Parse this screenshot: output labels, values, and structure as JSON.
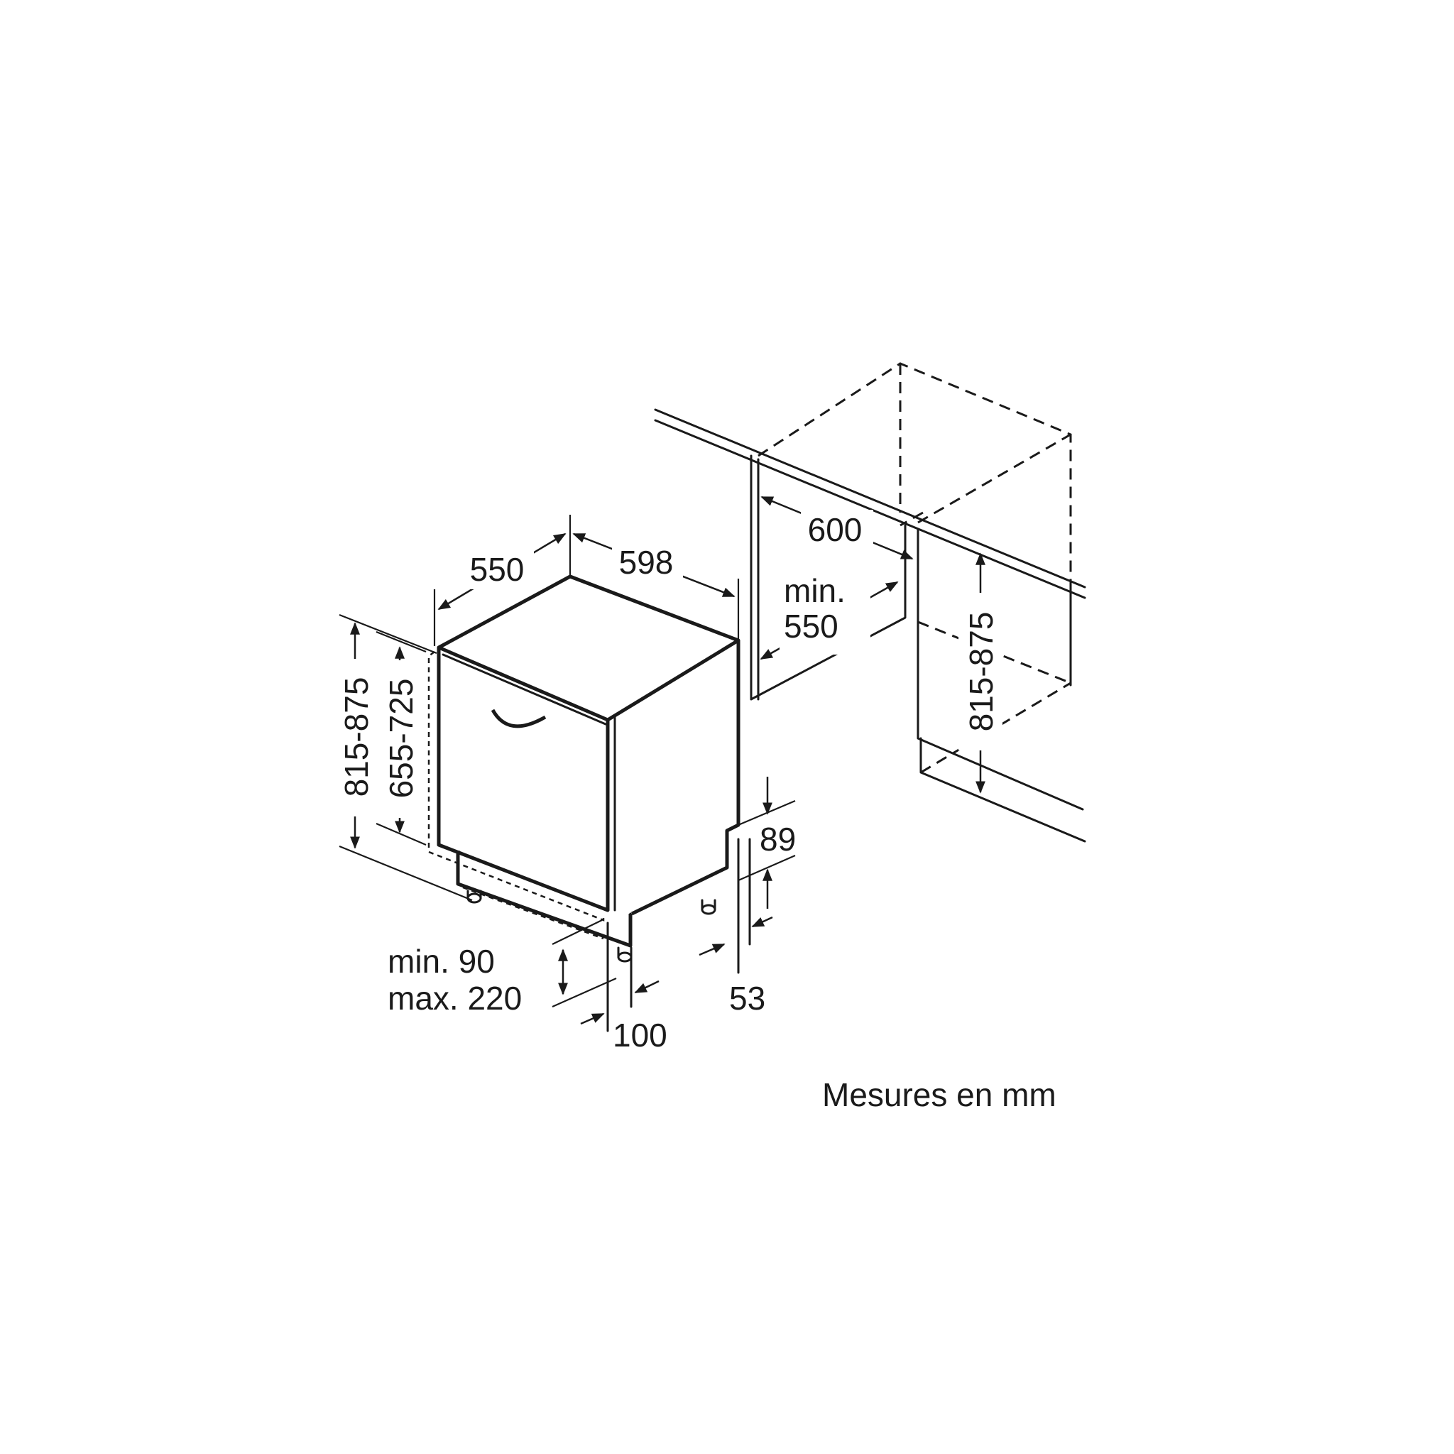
{
  "diagram": {
    "labels": {
      "depth": "550",
      "width": "598",
      "height_total_left": "815-875",
      "height_door": "655-725",
      "niche_width": "600",
      "niche_depth_min": "min.",
      "niche_depth_value": "550",
      "height_total_right": "815-875",
      "plinth_top": "89",
      "plinth_bottom": "53",
      "plinth_range_min": "min. 90",
      "plinth_range_max": "max. 220",
      "foot_offset": "100"
    },
    "caption": "Mesures en mm",
    "colors": {
      "ink": "#1a1a1a",
      "background": "#ffffff"
    }
  }
}
